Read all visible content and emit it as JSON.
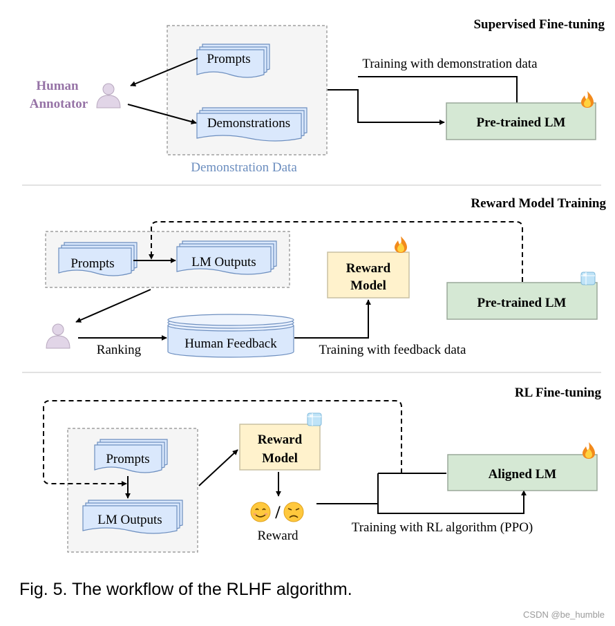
{
  "sections": {
    "sft": {
      "title": "Supervised Fine-tuning"
    },
    "rm": {
      "title": "Reward Model Training"
    },
    "rl": {
      "title": "RL Fine-tuning"
    }
  },
  "sft": {
    "annotator_line1": "Human",
    "annotator_line2": "Annotator",
    "prompts": "Prompts",
    "demonstrations": "Demonstrations",
    "group_label": "Demonstration Data",
    "edge_label": "Training with demonstration data",
    "model": "Pre-trained LM"
  },
  "rm": {
    "prompts": "Prompts",
    "outputs": "LM Outputs",
    "ranking": "Ranking",
    "feedback": "Human Feedback",
    "edge_label": "Training with feedback data",
    "reward_line1": "Reward",
    "reward_line2": "Model",
    "model": "Pre-trained LM"
  },
  "rl": {
    "prompts": "Prompts",
    "outputs": "LM Outputs",
    "reward_line1": "Reward",
    "reward_line2": "Model",
    "slash": "/",
    "reward_label": "Reward",
    "edge_label": "Training with RL algorithm (PPO)",
    "model": "Aligned LM"
  },
  "caption": "Fig. 5. The workflow of the RLHF algorithm.",
  "watermark": "CSDN @be_humble",
  "icons": {
    "trainable": "fire-icon",
    "frozen": "ice-cube-icon",
    "human": "person-icon",
    "positive": "smiling-face-icon",
    "negative": "disappointed-face-icon"
  }
}
